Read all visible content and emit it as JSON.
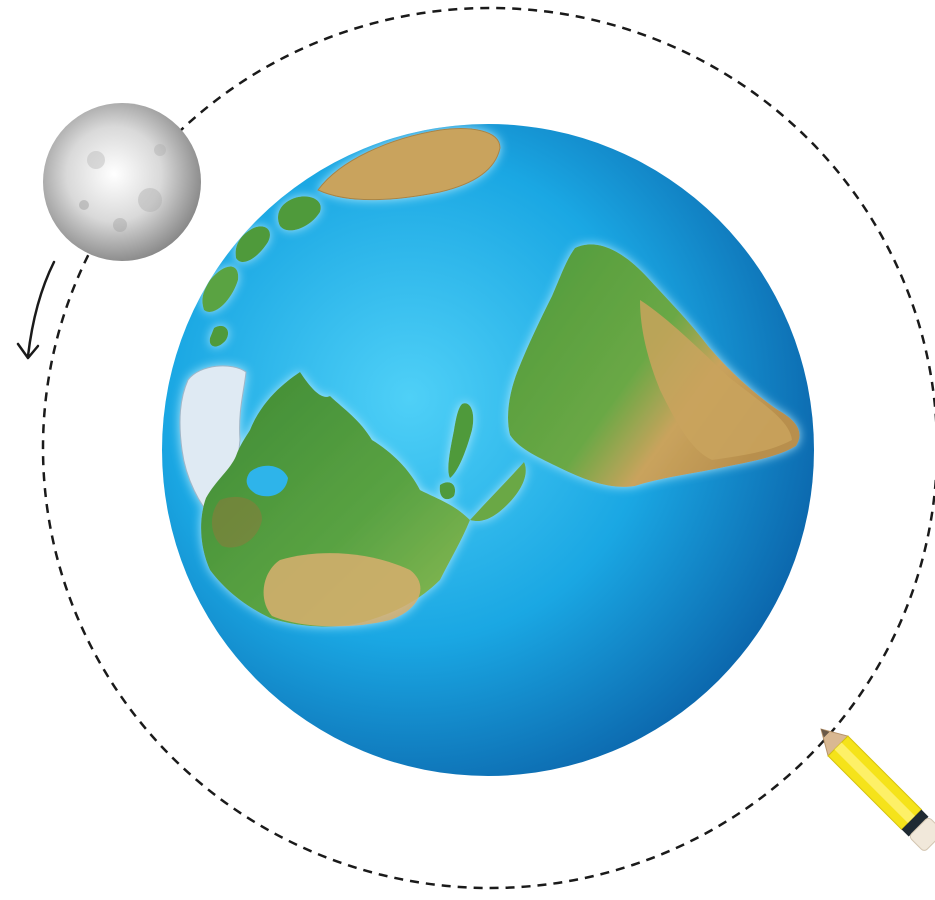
{
  "scene": {
    "background": "#ffffff",
    "objects": [
      {
        "name": "earth",
        "icon": "earth-globe-icon"
      },
      {
        "name": "moon",
        "icon": "moon-icon"
      },
      {
        "name": "orbit-path",
        "icon": "dashed-orbit-line"
      },
      {
        "name": "direction-arrow",
        "icon": "counter-clockwise-arrow-icon"
      },
      {
        "name": "pencil",
        "icon": "pencil-icon"
      }
    ]
  },
  "colors": {
    "ocean_light": "#3cc1f0",
    "ocean_dark": "#0a63a8",
    "land_green": "#4f9a3a",
    "land_tan": "#c9a35d",
    "ice": "#dfeaf3",
    "moon_light": "#f3f3f3",
    "moon_dark": "#8a8a8a",
    "pencil_yellow": "#f5e31a",
    "orbit_line": "#1a1a1a"
  }
}
